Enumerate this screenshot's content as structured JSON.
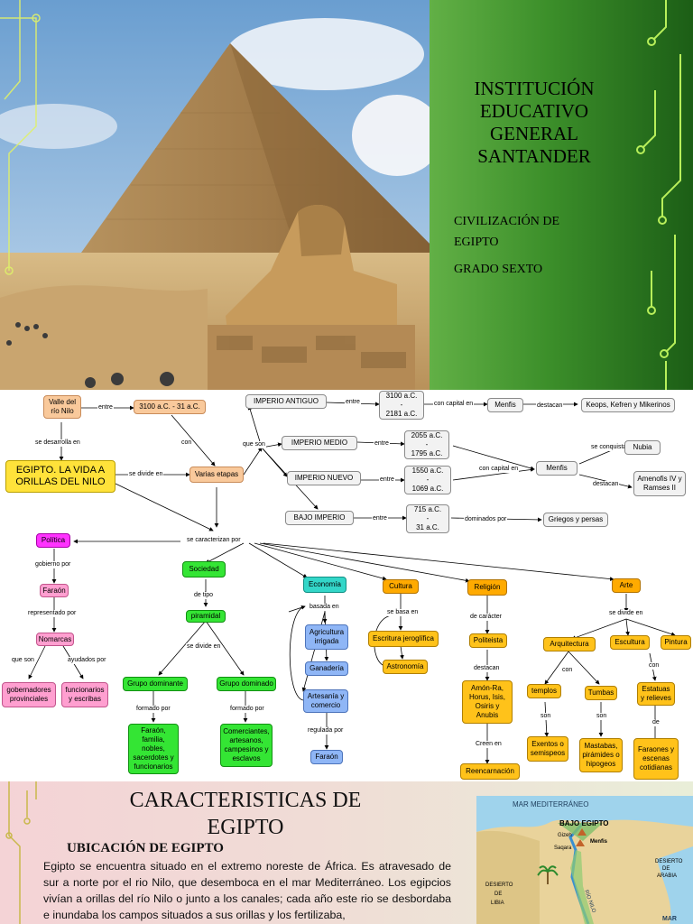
{
  "slide1": {
    "title_lines": [
      "INSTITUCIÓN",
      "EDUCATIVO",
      "GENERAL",
      "SANTANDER"
    ],
    "subtitle_lines": [
      "CIVILIZACIÓN DE",
      "EGIPTO"
    ],
    "grade": "GRADO SEXTO"
  },
  "map": {
    "valle": "Valle del río Nilo",
    "date1": "3100 a.C. - 31 a.C.",
    "main": "EGIPTO. LA VIDA A ORILLAS DEL NILO",
    "etapas": "Varias etapas",
    "imp_antiguo": "IMPERIO ANTIGUO",
    "imp_medio": "IMPERIO MEDIO",
    "imp_nuevo": "IMPERIO NUEVO",
    "bajo_imperio": "BAJO IMPERIO",
    "d_antiguo": [
      "3100 a.C.",
      "-",
      "2181 a.C."
    ],
    "d_medio": [
      "2055 a.C.",
      "-",
      "1795 a.C."
    ],
    "d_nuevo": [
      "1550 a.C.",
      "-",
      "1069 a.C."
    ],
    "d_bajo": [
      "715 a.C.",
      "-",
      "31 a.C."
    ],
    "menfis1": "Menfis",
    "menfis2": "Menfis",
    "keops": "Keops, Kefren y Mikerinos",
    "nubia": "Nubia",
    "amenofis": "Amenofis IV y Ramses II",
    "griegos": "Griegos y persas",
    "politica": "Política",
    "faraon": "Faraón",
    "nomarcas": "Nomarcas",
    "gobernadores": "gobernadores provinciales",
    "funcionarios": "funcionarios y escribas",
    "sociedad": "Sociedad",
    "piramidal": "piramidal",
    "g_dominante": "Grupo dominante",
    "g_dominado": "Grupo dominado",
    "faraon_familia": "Faraón, familia, nobles, sacerdotes y funcionarios",
    "comerciantes": "Comerciantes, artesanos, campesinos y esclavos",
    "economia": "Economía",
    "agricultura": "Agricultura irrigada",
    "ganaderia": "Ganadería",
    "artesania": "Artesanía y comercio",
    "faraon_econ": "Faraón",
    "cultura": "Cultura",
    "escritura": "Escritura jeroglífica",
    "astronomia": "Astronomía",
    "religion": "Religión",
    "politeista": "Politeista",
    "dioses": "Amón-Ra, Horus, Isis, Osiris y Anubis",
    "reencarnacion": "Reencarnación",
    "arte": "Arte",
    "arquitectura": "Arquitectura",
    "escultura": "Escultura",
    "pintura": "Pintura",
    "templos": "templos",
    "tumbas": "Tumbas",
    "estatuas": "Estatuas y relieves",
    "exentos": "Exentos o semispeos",
    "mastabas": "Mastabas, pirámides o hipogeos",
    "faraones_escenas": "Faraones y escenas cotidianas",
    "l_entre1": "entre",
    "l_desarrolla": "se desarrolla en",
    "l_con1": "con",
    "l_divide": "se divide en",
    "l_queson1": "que son",
    "l_entre2": "entre",
    "l_entre3": "entre",
    "l_entre4": "entre",
    "l_entre5": "entre",
    "l_capital1": "con capital en",
    "l_destacan1": "destacan",
    "l_capital2": "con capital en",
    "l_conquista": "se conquista",
    "l_destacan2": "destacan",
    "l_dominados": "dominados por",
    "l_caracterizan": "se caracterizan por",
    "l_gobierno": "gobierno por",
    "l_representado": "representado por",
    "l_queson2": "que son",
    "l_ayudados": "ayudados por",
    "l_detipo": "de tipo",
    "l_dividen": "se divide en",
    "l_formado1": "formado por",
    "l_formado2": "formado por",
    "l_basada": "basada en",
    "l_regulada": "regulada por",
    "l_basa": "se basa en",
    "l_caracter": "de carácter",
    "l_destacan3": "destacan",
    "l_creen": "Creen en",
    "l_dividearte": "se divide en",
    "l_con2": "con",
    "l_con3": "con",
    "l_son1": "son",
    "l_son2": "son",
    "l_de": "de"
  },
  "slide3": {
    "title_lines": [
      "CARACTERISTICAS DE",
      "EGIPTO"
    ],
    "heading": "UBICACIÓN DE EGIPTO",
    "body": "Egipto se encuentra situado en el extremo noreste de África. Es atravesado de sur a norte por el rio Nilo, que desemboca en el mar Mediterráneo.  Los egipcios vivían a orillas del río Nilo o junto a los canales; cada año este rio se desbordaba e inundaba los campos situados a sus orillas y los fertilizaba,",
    "map_sea": "MAR MEDITERRÁNEO",
    "map_bajo": "BAJO EGIPTO",
    "map_gizeh": "Gizeh",
    "map_menfis": "Menfis",
    "map_saqara": "Saqara",
    "map_desierto_arabia": [
      "DESIERTO",
      "DE",
      "ARABIA"
    ],
    "map_desierto_libia": [
      "DESIERTO",
      "DE",
      "LIBIA"
    ],
    "map_rio": "RÍO NILO",
    "map_mar": "MAR"
  },
  "colors": {
    "green_dark": "#1c5e16",
    "green_light": "#62b046",
    "node_yellow": "#ffe23a",
    "node_orange": "#ffaa00"
  }
}
